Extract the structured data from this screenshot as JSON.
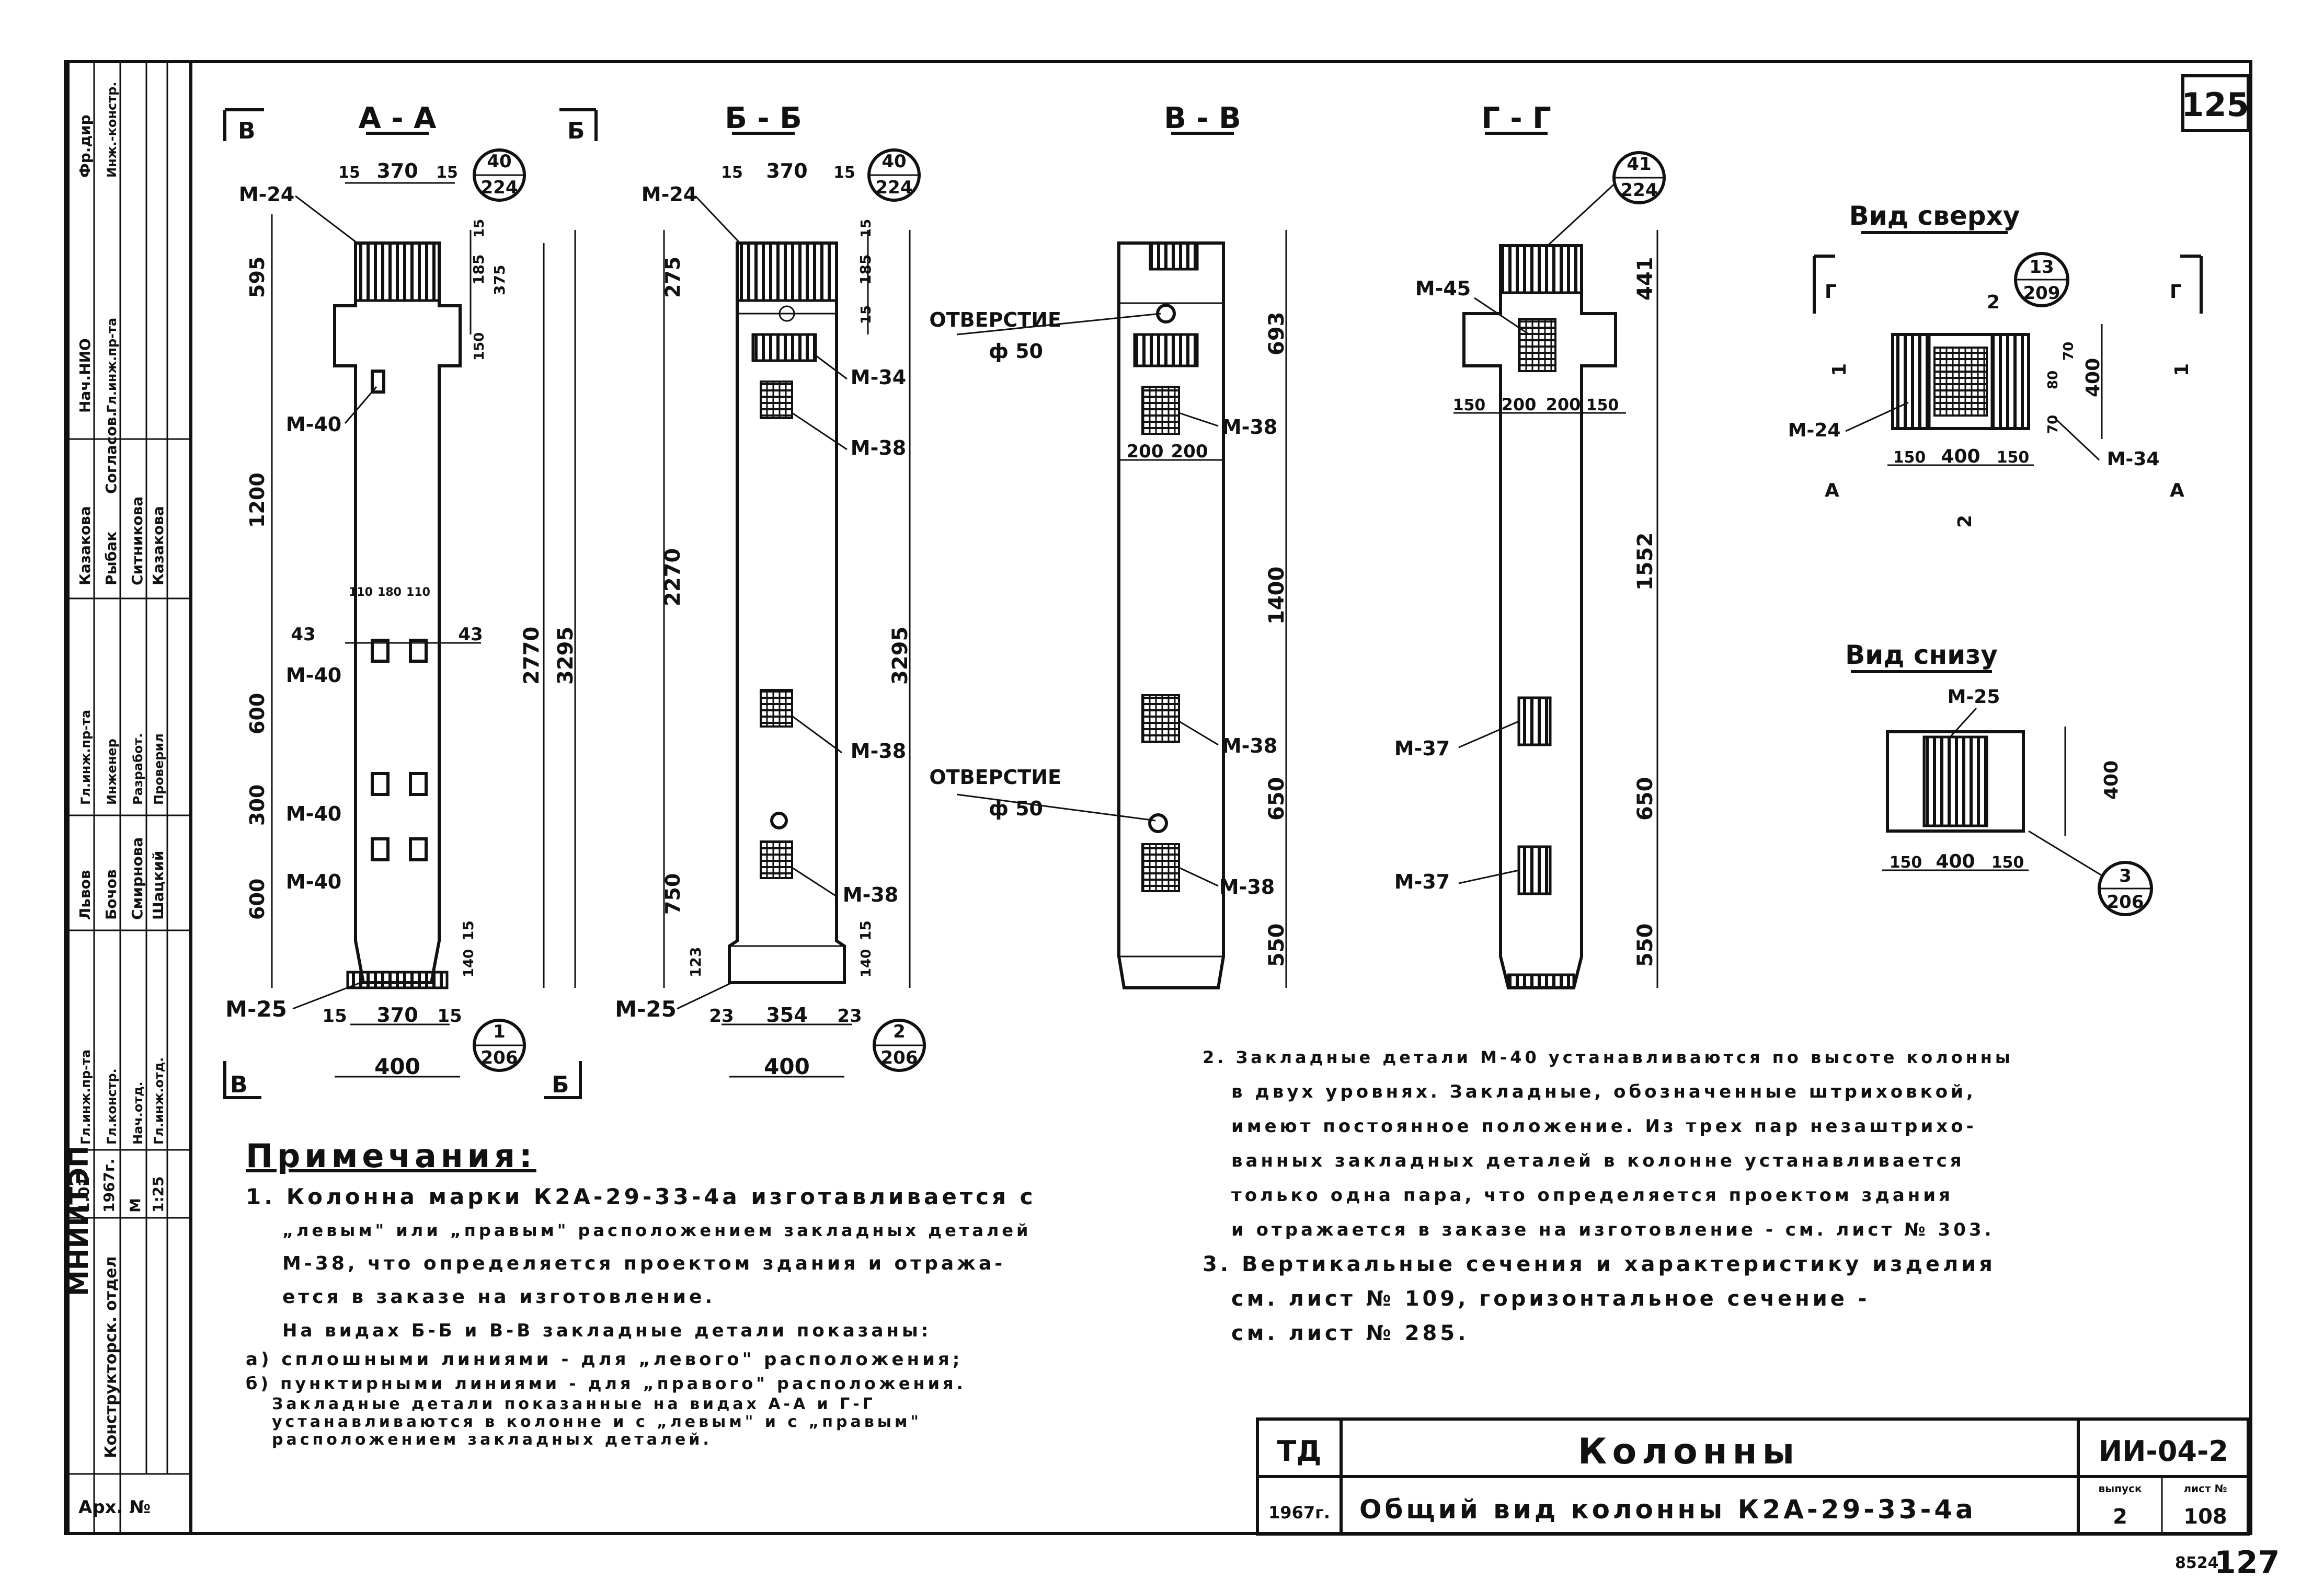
{
  "sheet": {
    "page_number": "125",
    "bottom_marks": [
      "8524",
      "127"
    ]
  },
  "sections": {
    "aa": {
      "title": "А - А",
      "cut_left": "В",
      "cut_right": "Б",
      "callout_top": [
        "40",
        "224"
      ],
      "callout_bottom": [
        "1",
        "206"
      ],
      "dims_top": [
        "15",
        "370",
        "15"
      ],
      "dims_bottom": [
        "15",
        "370",
        "15"
      ],
      "width": "400",
      "v_left": [
        "595",
        "1200",
        "600",
        "300",
        "600"
      ],
      "v_right": [
        "15",
        "185",
        "375",
        "150",
        "2770",
        "3295",
        "15",
        "140"
      ],
      "side": [
        "43",
        "43"
      ],
      "mid": [
        "110",
        "180",
        "110"
      ],
      "labels": [
        "М-24",
        "М-40",
        "М-40",
        "М-40",
        "М-40",
        "М-25"
      ]
    },
    "bb": {
      "title": "Б - Б",
      "callout_top": [
        "40",
        "224"
      ],
      "callout_bottom": [
        "2",
        "206"
      ],
      "dims_top": [
        "15",
        "370",
        "15"
      ],
      "dims_bottom": [
        "23",
        "354",
        "23"
      ],
      "width": "400",
      "v_left": [
        "275",
        "2270",
        "750",
        "123"
      ],
      "v_right": [
        "15",
        "185",
        "15",
        "3295",
        "15",
        "140"
      ],
      "labels": [
        "М-24",
        "М-34",
        "М-38",
        "М-38",
        "М-38",
        "М-25"
      ]
    },
    "vv": {
      "title": "В - В",
      "hole": "ОТВЕРСТИЕ",
      "hole_dia": "ф 50",
      "hole2": "ОТВЕРСТИЕ",
      "hole2_dia": "ф 50",
      "dims": [
        "200",
        "200"
      ],
      "v_right": [
        "693",
        "1400",
        "650",
        "550"
      ],
      "labels": [
        "М-38",
        "М-38",
        "М-38"
      ]
    },
    "gg": {
      "title": "Г - Г",
      "callout_top": [
        "41",
        "224"
      ],
      "dims": [
        "150",
        "200",
        "200",
        "150"
      ],
      "v_right": [
        "441",
        "1552",
        "650",
        "550"
      ],
      "labels": [
        "М-45",
        "М-37",
        "М-37"
      ]
    }
  },
  "top_view": {
    "title": "Вид сверху",
    "callout": [
      "13",
      "209"
    ],
    "marks": [
      "Г",
      "Г",
      "2",
      "2",
      "1",
      "1",
      "А",
      "А"
    ],
    "dims": [
      "150",
      "400",
      "150"
    ],
    "v": [
      "80",
      "70",
      "400",
      "70"
    ],
    "labels": [
      "М-24",
      "М-34"
    ]
  },
  "bottom_view": {
    "title": "Вид снизу",
    "label": "М-25",
    "dims": [
      "150",
      "400",
      "150"
    ],
    "v": "400",
    "callout": [
      "3",
      "206"
    ]
  },
  "notes_title": "Примечания:",
  "notes_left": [
    "1. Колонна марки К2А-29-33-4а изготавливается с",
    "„левым\" или „правым\" расположением закладных деталей",
    "М-38, что определяется проектом здания и отража-",
    "ется в заказе на изготовление.",
    "На видах Б-Б и В-В закладные детали показаны:",
    "а) сплошными линиями - для „левого\" расположения;",
    "б) пунктирными линиями - для „правого\" расположения.",
    "Закладные детали показанные на видах А-А и Г-Г",
    "устанавливаются в колонне и с „левым\" и с „правым\"",
    "расположением закладных деталей."
  ],
  "notes_right": [
    "2. Закладные детали М-40 устанавливаются по высоте колонны",
    "в двух уровнях. Закладные, обозначенные штриховкой,",
    "имеют постоянное положение. Из трех пар незаштрихо-",
    "ванных закладных деталей в колонне устанавливается",
    "только одна пара, что определяется проектом здания",
    "и отражается в заказе на изготовление - см. лист № 303.",
    "3. Вертикальные сечения и характеристику изделия",
    "см. лист № 109, горизонтальное сечение -",
    "см. лист № 285."
  ],
  "title_block": {
    "code": "ТД",
    "year": "1967г.",
    "name": "Колонны",
    "subtitle": "Общий вид колонны  К2А-29-33-4а",
    "sheet_code": "ИИ-04-2",
    "issue_label": "выпуск",
    "issue": "2",
    "sheet_label": "лист №",
    "sheet": "108"
  },
  "side_stamp": {
    "org": "МНИИТЭП",
    "dept": "Конструкторск. отдел",
    "arch": "Арх. №",
    "cells": [
      "1.01",
      "1967г.",
      "М",
      "1:25",
      "Гл.инж.пр-та",
      "Гл.констр.",
      "Нач.отд.",
      "Гл.инж.отд.",
      "Львов",
      "Бочов",
      "Смирнова",
      "Шацкий",
      "Гл.инж.пр-та",
      "Инженер",
      "Разработ.",
      "Проверил",
      "Казакова",
      "Рыбак",
      "Ситникова",
      "Казакова",
      "Согласов.",
      "Нач.НИО",
      "Гл.инж.пр-та",
      "Фр.дир",
      "Инж.-констр."
    ]
  }
}
